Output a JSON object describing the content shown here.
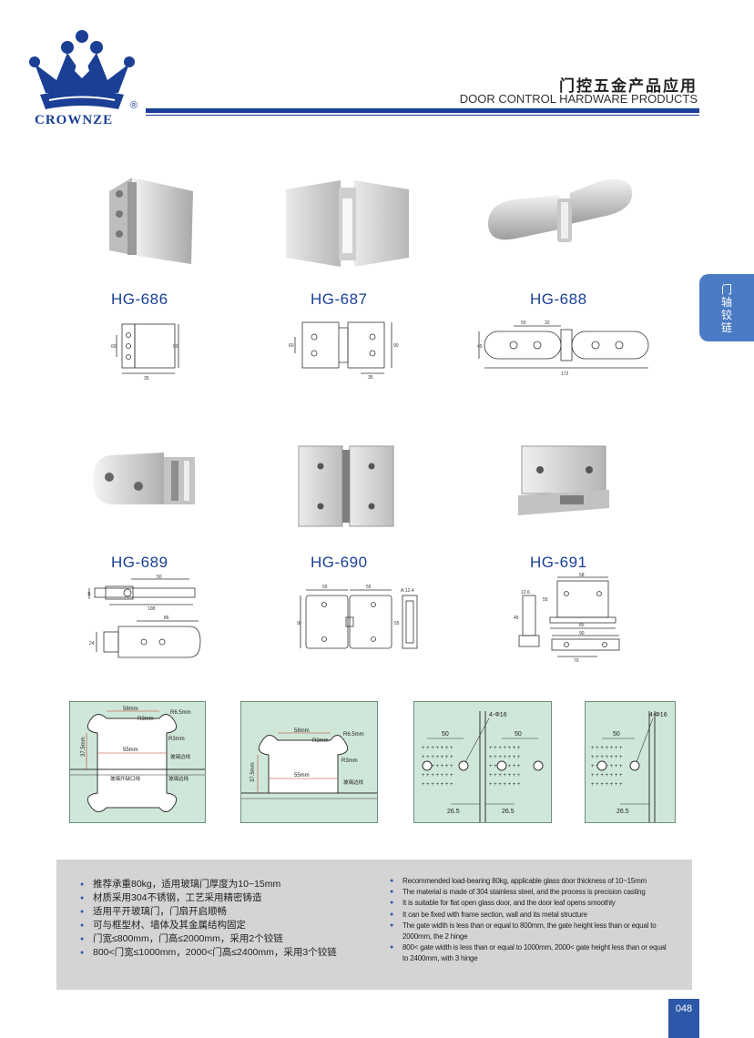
{
  "brand": {
    "name": "CROWNZE",
    "registered": "®",
    "colors": {
      "primary": "#1a3f95",
      "accent": "#4a7bc4"
    }
  },
  "header": {
    "title_cn": "门控五金产品应用",
    "title_en": "DOOR CONTROL HARDWARE PRODUCTS"
  },
  "side_tab": {
    "label": "门轴铰链"
  },
  "products": [
    {
      "model": "HG-686",
      "dims": [
        "35",
        "60",
        "90"
      ]
    },
    {
      "model": "HG-687",
      "dims": [
        "35",
        "60",
        "90"
      ]
    },
    {
      "model": "HG-688",
      "dims": [
        "50",
        "32",
        "45",
        "172"
      ]
    },
    {
      "model": "HG-689",
      "dims": [
        "50",
        "45",
        "108",
        "86",
        "24"
      ]
    },
    {
      "model": "HG-690",
      "dims": [
        "55",
        "55",
        "58",
        "55",
        "A:12.4"
      ]
    },
    {
      "model": "HG-691",
      "dims": [
        "58",
        "12.6",
        "55",
        "45",
        "85",
        "90",
        "70"
      ]
    }
  ],
  "cutouts": [
    {
      "labels": [
        "58mm",
        "R6.5mm",
        "R3mm",
        "R3mm",
        "37.5mm",
        "55mm",
        "玻璃边线",
        "玻璃开缺口线",
        "玻璃边线"
      ]
    },
    {
      "labels": [
        "58mm",
        "R6.5mm",
        "R3mm",
        "R3mm",
        "37.5mm",
        "55mm",
        "玻璃边线"
      ]
    },
    {
      "labels": [
        "4-Φ16",
        "50",
        "50",
        "26.5",
        "26.5"
      ]
    },
    {
      "labels": [
        "4-Φ16",
        "50",
        "26.5"
      ]
    }
  ],
  "specs": {
    "cn": [
      "推荐承重80kg，适用玻璃门厚度为10~15mm",
      "材质采用304不锈钢，工艺采用精密铸造",
      "适用平开玻璃门，门扇开启顺畅",
      "可与框型材、墙体及其金属结构固定",
      "门宽≤800mm，门高≤2000mm，采用2个铰链",
      "800<门宽≤1000mm，2000<门高≤2400mm，采用3个铰链"
    ],
    "en": [
      "Recommended load-bearing 80kg, applicable glass door thickness of 10~15mm",
      "The material is made of 304 stainless steel, and the process is precision casting",
      "It is suitable for flat open glass door, and the door leaf opens smoothly",
      "It can be fixed with frame section, wall and its metal structure",
      "The gate width is less than or equal to 800mm, the gate height less than or equal to 2000mm, the 2 hinge",
      "800< gate width is less than or equal to 1000mm, 2000< gate height less than or equal to 2400mm, with 3 hinge"
    ]
  },
  "page": {
    "number": "048"
  }
}
